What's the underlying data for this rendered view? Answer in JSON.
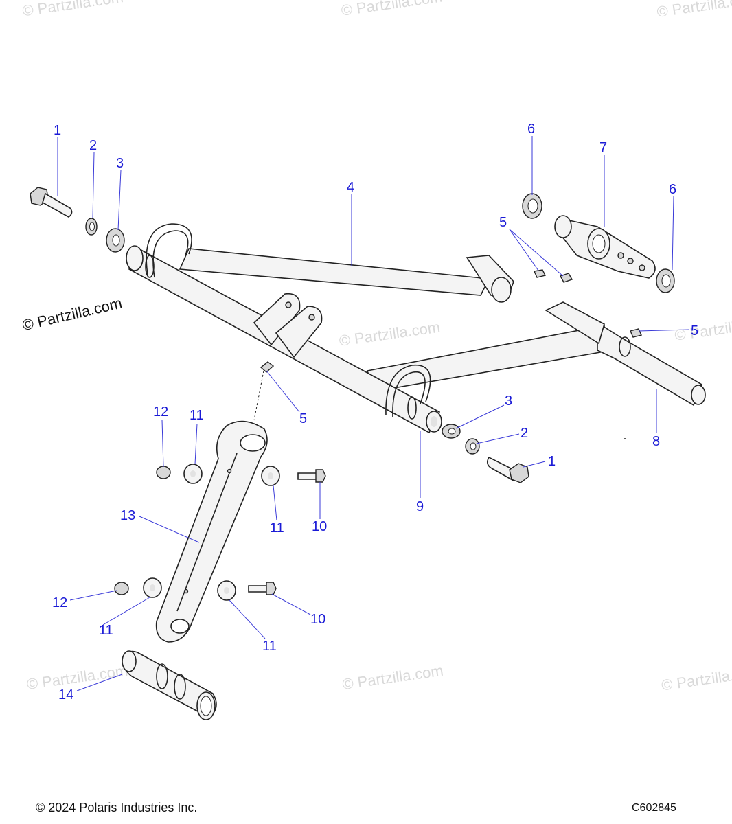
{
  "watermark_text": "© Partzilla.com",
  "copyright_stamp": "© Partzilla.com",
  "footer": {
    "copyright": "© 2024 Polaris Industries Inc.",
    "diagram_code": "C602845"
  },
  "callouts": {
    "c1a": "1",
    "c2a": "2",
    "c3a": "3",
    "c4": "4",
    "c6a": "6",
    "c7": "7",
    "c6b": "6",
    "c5a": "5",
    "c5b": "5",
    "c5c": "5",
    "c8": "8",
    "c9": "9",
    "c3b": "3",
    "c2b": "2",
    "c1b": "1",
    "c12a": "12",
    "c11a": "11",
    "c11b": "11",
    "c10a": "10",
    "c13": "13",
    "c12b": "12",
    "c11c": "11",
    "c11d": "11",
    "c10b": "10",
    "c14": "14"
  },
  "colors": {
    "callout": "#1a1ad6",
    "watermark": "#d9d9d9"
  }
}
